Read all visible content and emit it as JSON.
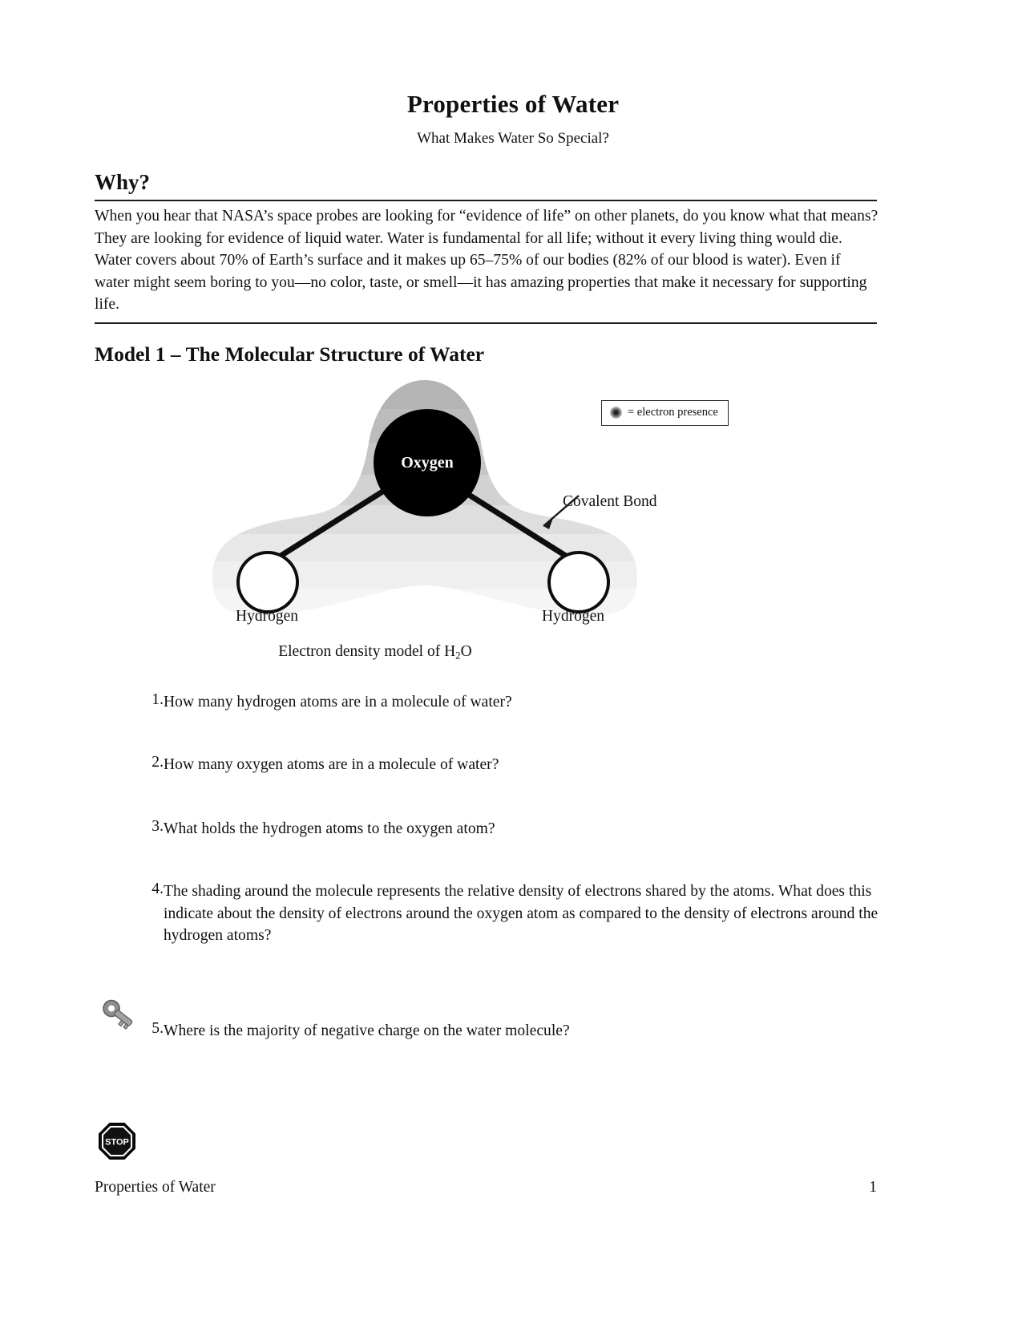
{
  "document": {
    "title": "Properties of Water",
    "subtitle": "What Makes Water So Special?"
  },
  "why_section": {
    "heading": "Why?",
    "body": "When you hear that NASA’s space probes are looking for “evidence of life” on other planets, do you know what that means? They are looking for evidence of liquid water. Water is fundamental for all life; without it every living thing would die. Water covers about 70% of Earth’s surface and it makes up 65–75% of our bodies (82% of our blood is water). Even if water might seem boring to you—no color, taste, or smell—it has amazing properties that make it necessary for supporting life."
  },
  "model1": {
    "heading": "Model 1 – The Molecular Structure of Water",
    "legend": {
      "icon": "electron-presence-dot",
      "text": "= electron presence"
    },
    "atoms": {
      "oxygen_label": "Oxygen",
      "hydrogen_left_label": "Hydrogen",
      "hydrogen_right_label": "Hydrogen"
    },
    "bond_label": "Covalent Bond",
    "caption_prefix": "Electron density model of H",
    "caption_sub": "2",
    "caption_suffix": "O"
  },
  "questions": [
    {
      "number": "1.",
      "text": "How many hydrogen atoms are in a molecule of water?"
    },
    {
      "number": "2.",
      "text": "How many oxygen atoms are in a molecule of water?"
    },
    {
      "number": "3.",
      "text": "What holds the hydrogen atoms to the oxygen atom?"
    },
    {
      "number": "4.",
      "text": "The shading around the molecule represents the relative density of electrons shared by the atoms. What does this indicate about the density of electrons around the oxygen atom as compared to the density of electrons around the hydrogen atoms?"
    },
    {
      "number": "5.",
      "text": "Where is the majority of negative charge on the water molecule?"
    }
  ],
  "icons": {
    "key": "key-icon",
    "stop": "stop-sign-icon",
    "stop_label": "STOP"
  },
  "footer": {
    "left": "Properties of Water",
    "page_number": "1"
  },
  "colors": {
    "text": "#111111",
    "rule": "#1a1a1a",
    "oxygen": "#000000",
    "hydrogen_fill": "#ffffff",
    "hydrogen_stroke": "#0d0d0d",
    "cloud_dark": "#b9b9b9",
    "cloud_light": "#f4f4f4"
  }
}
